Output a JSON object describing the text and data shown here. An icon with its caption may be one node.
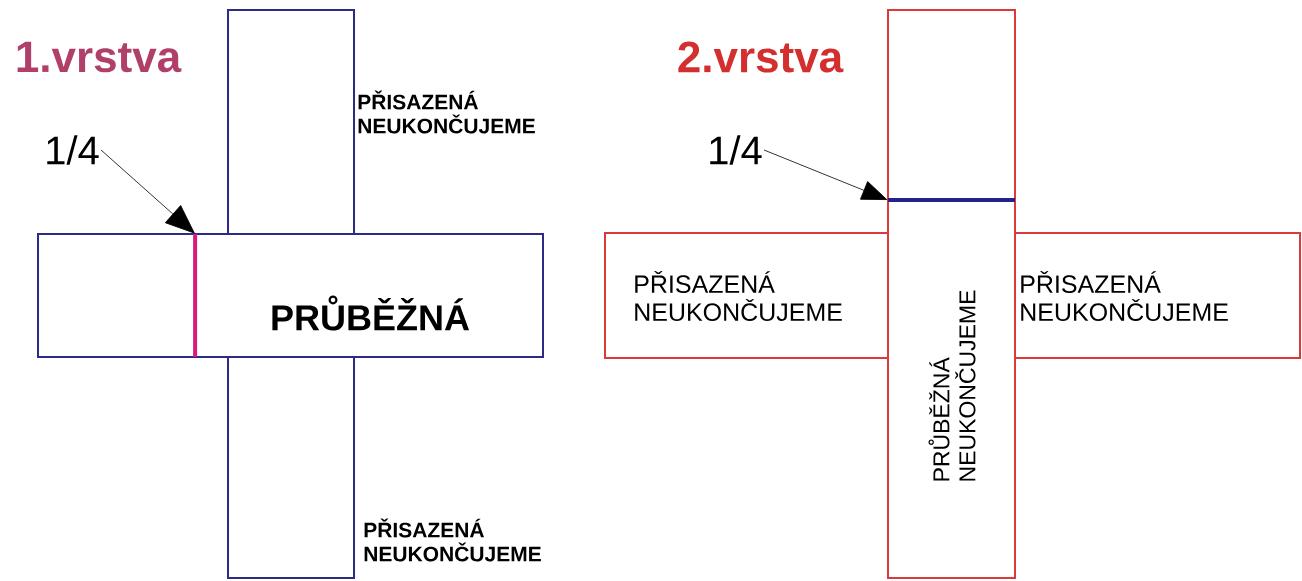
{
  "diagram": {
    "nodes": [
      {
        "text": [
          "PRŮBĚŽNÁ"
        ]
      },
      {
        "text": [],
        "shape": "box",
        "beside": [
          "PŘISAZENÁ NEUKONČUJEME"
        ]
      },
      {
        "text": [],
        "shape": "box",
        "beside": [
          "PŘISAZENÁ NEUKONČUJEME"
        ]
      },
      {
        "text": [
          "1/4"
        ]
      },
      {
        "text": [],
        "shape": "line",
        "in": 0
      },
      {
        "text": [
          "PRŮBĚŽNÁ NEUKONČUJEME"
        ]
      },
      {
        "text": [
          "PŘISAZENÁ NEUKONČUJEME"
        ]
      },
      {
        "text": [
          "PŘISAZENÁ NEUKONČUJEME"
        ]
      },
      {
        "text": [
          "1/4"
        ]
      },
      {
        "text": [],
        "shape": "line",
        "in": 5
      }
    ],
    "edges": [
      {
        "from": 3,
        "to": 4,
        "arrow": "to"
      },
      {
        "from": 8,
        "to": 9,
        "arrow": "to"
      }
    ],
    "labels": [
      "1.vrstva",
      "2.vrstva"
    ]
  }
}
